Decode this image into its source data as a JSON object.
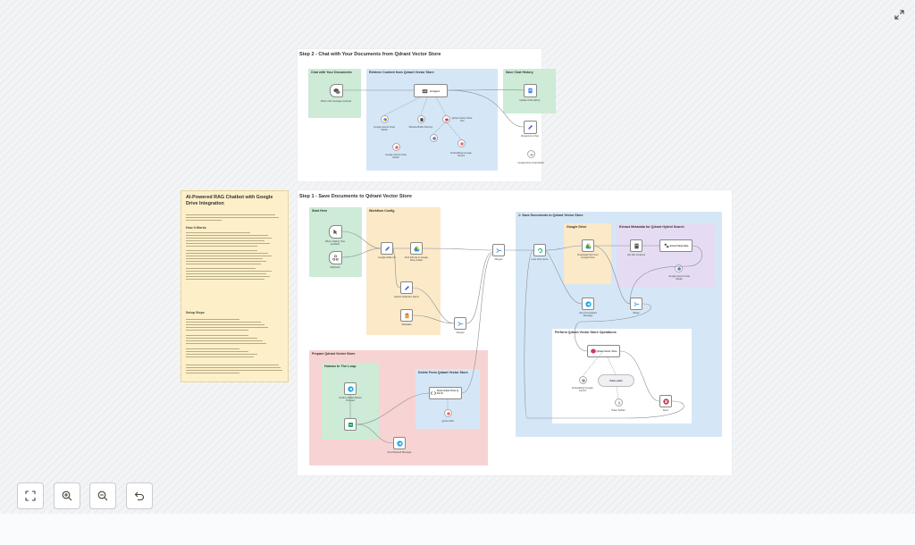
{
  "controls": {
    "fit_view": "fit-view",
    "zoom_in": "zoom-in",
    "zoom_out": "zoom-out",
    "undo": "undo",
    "fullscreen": "fullscreen"
  },
  "step2": {
    "title": "Step 2 - Chat with Your Documents from Qdrant Vector Store",
    "groups": {
      "chat": "Chat with Your Documents",
      "retrieve": "Retrieve Content from Qdrant Vector Store",
      "history": "Save Chat History"
    },
    "nodes": {
      "chat_trigger": "When chat message received",
      "ai_agent": "AI Agent",
      "gemini_chat": "Google Gemini Chat Model",
      "memory": "Window Buffer Memory",
      "vector_tool": "Qdrant Vector Store Tool",
      "gemini_chat2": "Google Gemini Chat Model",
      "embeddings": "Embeddings Google Gemini",
      "update_history": "Update Chat History",
      "respond": "Respond to Chat",
      "drive_model": "Google Drive Chat Model"
    }
  },
  "note": {
    "title": "AI-Powered RAG Chatbot with Google Drive Integration",
    "how": "How it Works",
    "setup": "Setup Steps"
  },
  "step1": {
    "title": "Step 1 - Save Documents to Qdrant Vector Store",
    "groups": {
      "start": "Start Here",
      "config": "Workflow Config",
      "prepare": "Prepare Qdrant Vector Store",
      "hitl": "Human In The Loop",
      "delete": "Delete From Qdrant Vector Store",
      "save": "1: Save Documents to Qdrant Vector Store",
      "gdrive": "Google Drive",
      "metadata": "Extract Metadata for Qdrant Hybrid Search",
      "ops": "Perform Qdrant Vector Store Operations"
    },
    "nodes": {
      "manual": "When clicking 'Test workflow'",
      "webhook": "Webhook",
      "google_folder": "Google Folder ID",
      "find_files": "Find File Ids in Google Drive Folder",
      "collection": "Qdrant Collection Name",
      "metadata_node": "Metadata",
      "merge_config": "Merge2",
      "merge_main": "Merge4",
      "loop": "Loop Over Items",
      "download": "Download File From Google Drive",
      "get_content": "Get File Contents",
      "extract": "Extract Meta Data",
      "gemini_meta": "Google Gemini Chat Model",
      "merge_meta": "Merge",
      "send_msg": "Send Completed Message",
      "qdrant_store": "Qdrant Vector Store",
      "embeddings_ops": "Embeddings Google Gemini",
      "loader": "Data Loader",
      "splitter": "Token Splitter",
      "done": "Done",
      "confirm": "Confirm Delete Before Proceed",
      "telegram": "Telegram",
      "delete_points": "Delete Qdrant Points by File ID",
      "if_approved": "ignore.itself",
      "send_notice": "Send Deleted Message"
    }
  }
}
